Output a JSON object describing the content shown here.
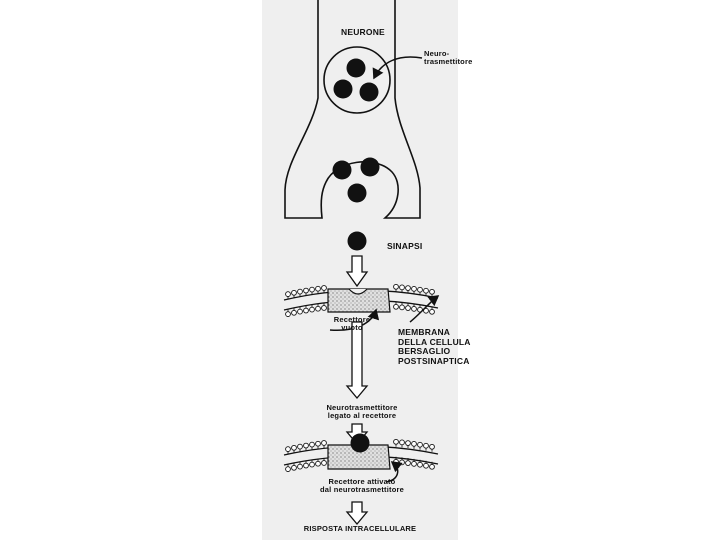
{
  "diagram": {
    "title_neuron": "NEURONE",
    "neurotransmitter_label": "Neuro-\ntrasmettitore",
    "synapse_label": "SINAPSI",
    "empty_receptor_label": "Recettore\nvuoto",
    "membrane_label": "MEMBRANA\nDELLA CELLULA\nBERSAGLIO\nPOSTSINAPTICA",
    "bound_label": "Neurotrasmettitore\nlegato al recettore",
    "activated_label": "Recettore attivato\ndal neurotrasmettitore",
    "response_label": "RISPOSTA INTRACELLULARE"
  },
  "colors": {
    "ink": "#111111",
    "background": "#efefef",
    "receptor_fill": "#d6d6d6"
  }
}
